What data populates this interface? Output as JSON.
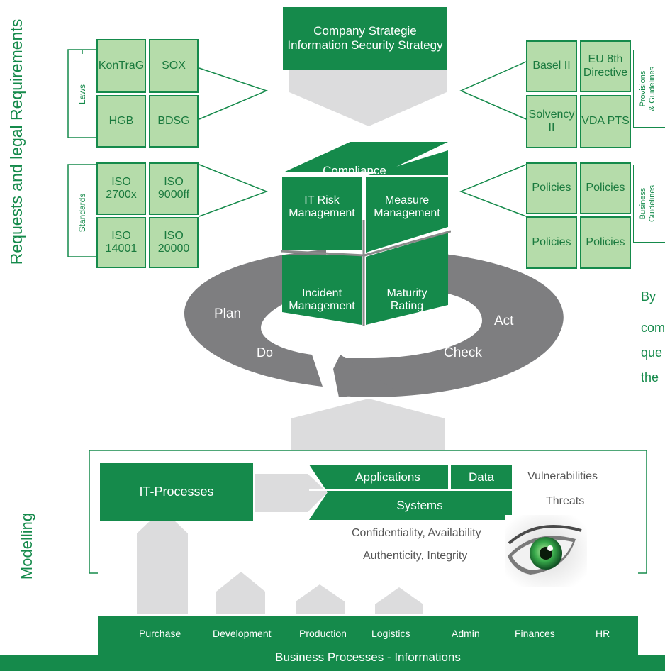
{
  "side_labels": {
    "requirements": "Requests and legal Requirements",
    "modelling": "Modelling"
  },
  "strategy": {
    "line1": "Company Strategie",
    "line2": "Information Security Strategy"
  },
  "laws": {
    "group": "Laws",
    "items": [
      "KonTraG",
      "SOX",
      "HGB",
      "BDSG"
    ]
  },
  "standards": {
    "group": "Standards",
    "items": [
      {
        "l1": "ISO",
        "l2": "2700x"
      },
      {
        "l1": "ISO",
        "l2": "9000ff"
      },
      {
        "l1": "ISO",
        "l2": "14001"
      },
      {
        "l1": "ISO",
        "l2": "20000"
      }
    ]
  },
  "provisions": {
    "group": "Provisions & Guidelines",
    "g1": "Provisions",
    "g2": "& Guidelines",
    "items": [
      {
        "l1": "Basel II",
        "l2": ""
      },
      {
        "l1": "EU 8th",
        "l2": "Directive"
      },
      {
        "l1": "Solvency",
        "l2": "II"
      },
      {
        "l1": "VDA PTS",
        "l2": ""
      }
    ]
  },
  "business": {
    "group": "Business Guidelines",
    "g1": "Business",
    "g2": "Guidelines",
    "items": [
      "Policies",
      "Policies",
      "Policies",
      "Policies"
    ]
  },
  "cube": {
    "top": "Compliance",
    "risk": {
      "l1": "IT Risk",
      "l2": "Management"
    },
    "measure": {
      "l1": "Measure",
      "l2": "Management"
    },
    "incident": {
      "l1": "Incident",
      "l2": "Management"
    },
    "maturity": {
      "l1": "Maturity",
      "l2": "Rating"
    }
  },
  "cycle": {
    "plan": "Plan",
    "do": "Do",
    "check": "Check",
    "act": "Act"
  },
  "side_text": [
    "By",
    "com",
    "que",
    "the"
  ],
  "modelling": {
    "it_processes": "IT-Processes",
    "applications": "Applications",
    "data": "Data",
    "systems": "Systems",
    "vulnerabilities": "Vulnerabilities",
    "threats": "Threats",
    "cia1": "Confidentiality, Availability",
    "cia2": "Authenticity, Integrity"
  },
  "business_bar": {
    "items": [
      "Purchase",
      "Development",
      "Production",
      "Logistics",
      "Admin",
      "Finances",
      "HR"
    ],
    "title": "Business Processes - Informations"
  },
  "colors": {
    "green": "#158a4b",
    "light_green": "#b5dcaa",
    "grey": "#7e7e80",
    "light_grey": "#dcdcdd"
  }
}
